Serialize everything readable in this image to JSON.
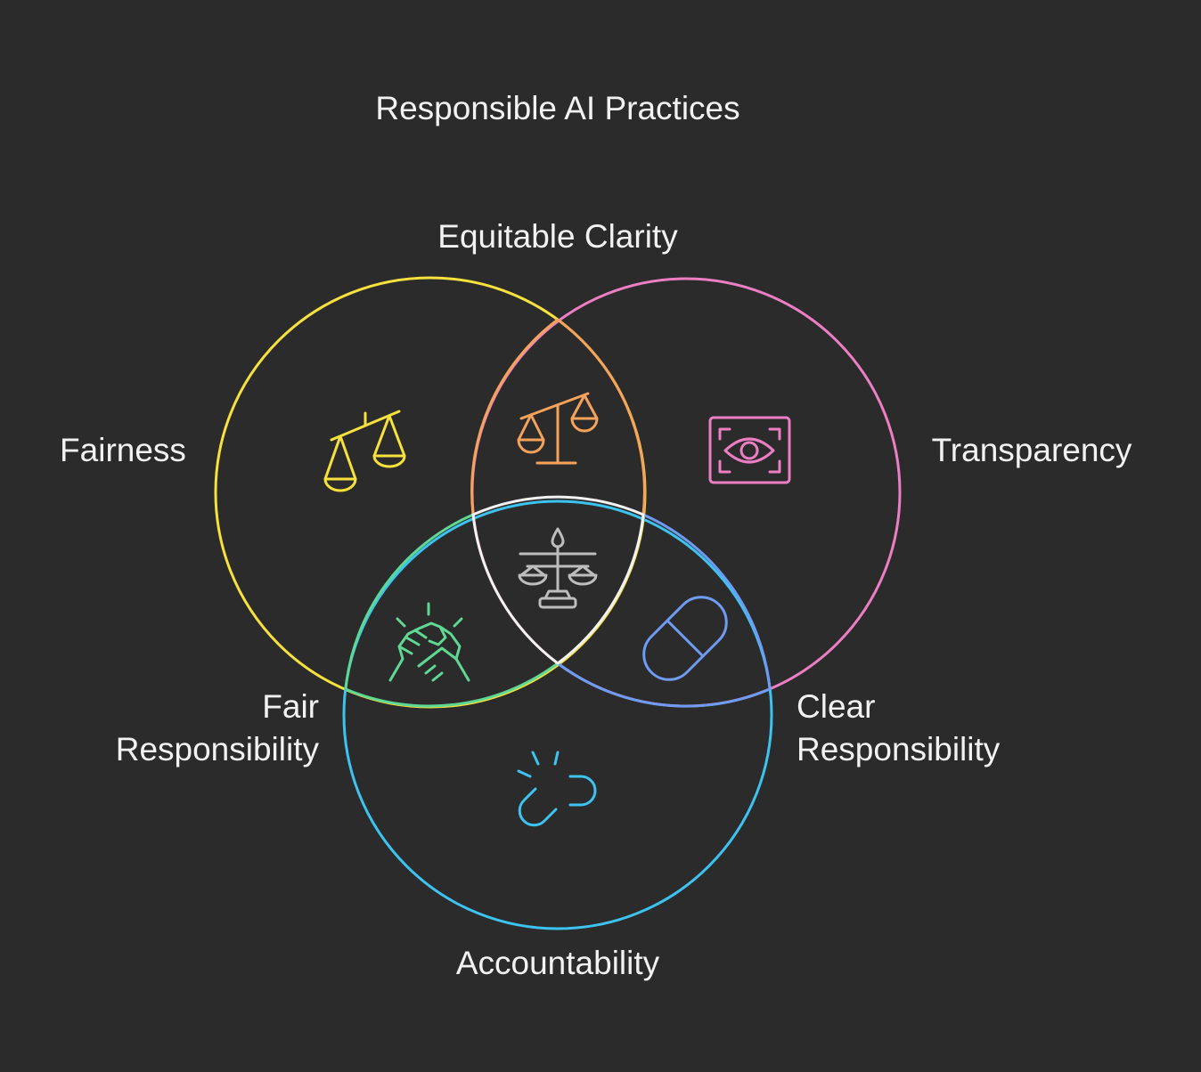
{
  "title": "Responsible AI Practices",
  "colors": {
    "background": "#2b2b2b",
    "fairness": "#f7e13c",
    "transparency": "#ec7fc4",
    "accountability": "#3cc3f0",
    "equitable_clarity": "#f5a35a",
    "fair_responsibility": "#5fd894",
    "clear_responsibility": "#6f9cf3",
    "center": "#f2f2f2",
    "center_icon": "#bdbdbd",
    "text": "#f2f2f2"
  },
  "sets": {
    "fairness": {
      "label": "Fairness",
      "icon": "scales-icon"
    },
    "transparency": {
      "label": "Transparency",
      "icon": "eye-icon"
    },
    "accountability": {
      "label": "Accountability",
      "icon": "broken-link-icon"
    }
  },
  "intersections": {
    "equitable_clarity": {
      "label": "Equitable Clarity",
      "icon": "balance-icon"
    },
    "fair_responsibility": {
      "line1": "Fair",
      "line2": "Responsibility",
      "icon": "handshake-icon"
    },
    "clear_responsibility": {
      "line1": "Clear",
      "line2": "Responsibility",
      "icon": "capsule-icon"
    },
    "center": {
      "icon": "justice-scale-icon"
    }
  }
}
